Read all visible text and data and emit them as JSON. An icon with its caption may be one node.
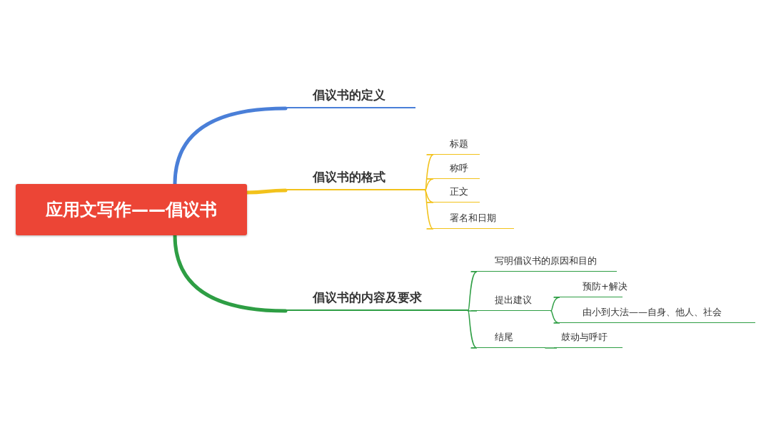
{
  "diagram": {
    "nodes": [
      {
        "text": [
          "应用文写作——倡议书"
        ]
      },
      {
        "text": [
          "倡议书的定义"
        ]
      },
      {
        "text": [
          "倡议书的格式"
        ]
      },
      {
        "text": [
          "标题"
        ]
      },
      {
        "text": [
          "称呼"
        ]
      },
      {
        "text": [
          "正文"
        ]
      },
      {
        "text": [
          "署名和日期"
        ]
      },
      {
        "text": [
          "倡议书的内容及要求"
        ]
      },
      {
        "text": [
          "写明倡议书的原因和目的"
        ]
      },
      {
        "text": [
          "提出建议"
        ]
      },
      {
        "text": [
          "预防+解决"
        ]
      },
      {
        "text": [
          "由小到大法——自身、他人、社会"
        ]
      },
      {
        "text": [
          "结尾"
        ]
      },
      {
        "text": [
          "鼓动与呼吁"
        ]
      }
    ],
    "edges": [
      {
        "from": 0,
        "to": 1,
        "arrow": "none",
        "style": "thick",
        "color": "#4a7fd8"
      },
      {
        "from": 0,
        "to": 2,
        "arrow": "none",
        "style": "thick",
        "color": "#f2c21b"
      },
      {
        "from": 0,
        "to": 7,
        "arrow": "none",
        "style": "thick"
      },
      {
        "from": 2,
        "to": 3,
        "arrow": "none",
        "color": "#f2c21b"
      },
      {
        "from": 2,
        "to": 4,
        "arrow": "none",
        "color": "#f2c21b"
      },
      {
        "from": 2,
        "to": 5,
        "arrow": "none",
        "color": "#f2c21b"
      },
      {
        "from": 2,
        "to": 6,
        "arrow": "none",
        "color": "#f2c21b"
      },
      {
        "from": 7,
        "to": 8,
        "arrow": "none"
      },
      {
        "from": 7,
        "to": 9,
        "arrow": "none"
      },
      {
        "from": 7,
        "to": 12,
        "arrow": "none"
      },
      {
        "from": 9,
        "to": 10,
        "arrow": "none"
      },
      {
        "from": 9,
        "to": 11,
        "arrow": "none"
      },
      {
        "from": 12,
        "to": 13,
        "arrow": "none"
      }
    ]
  }
}
